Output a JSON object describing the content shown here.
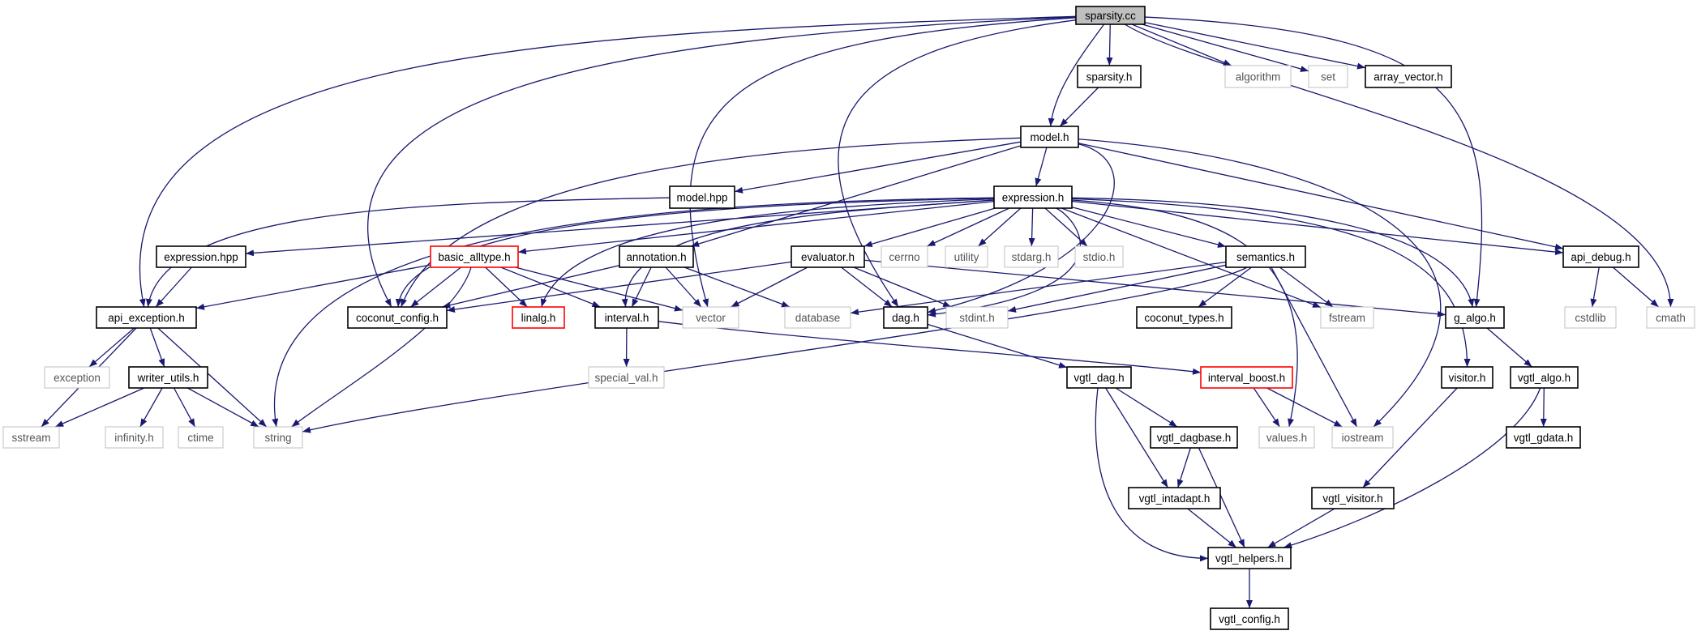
{
  "diagram": {
    "colors": {
      "edge": "#191970",
      "node_border": "#000000",
      "external_border": "#c0c0c0",
      "highlight_border": "#ff0000",
      "root_fill": "#bfbfbf",
      "external_text": "#555555"
    },
    "nodes": [
      {
        "id": "sparsity_cc",
        "label": "sparsity.cc",
        "kind": "root"
      },
      {
        "id": "sparsity_h",
        "label": "sparsity.h",
        "kind": "file"
      },
      {
        "id": "algorithm",
        "label": "algorithm",
        "kind": "external"
      },
      {
        "id": "set",
        "label": "set",
        "kind": "external"
      },
      {
        "id": "array_vector_h",
        "label": "array_vector.h",
        "kind": "file"
      },
      {
        "id": "model_h",
        "label": "model.h",
        "kind": "file"
      },
      {
        "id": "model_hpp",
        "label": "model.hpp",
        "kind": "file"
      },
      {
        "id": "expression_h",
        "label": "expression.h",
        "kind": "file"
      },
      {
        "id": "expression_hpp",
        "label": "expression.hpp",
        "kind": "file"
      },
      {
        "id": "basic_alltype_h",
        "label": "basic_alltype.h",
        "kind": "highlight"
      },
      {
        "id": "annotation_h",
        "label": "annotation.h",
        "kind": "file"
      },
      {
        "id": "evaluator_h",
        "label": "evaluator.h",
        "kind": "file"
      },
      {
        "id": "cerrno",
        "label": "cerrno",
        "kind": "external"
      },
      {
        "id": "utility",
        "label": "utility",
        "kind": "external"
      },
      {
        "id": "stdarg_h",
        "label": "stdarg.h",
        "kind": "external"
      },
      {
        "id": "stdio_h",
        "label": "stdio.h",
        "kind": "external"
      },
      {
        "id": "semantics_h",
        "label": "semantics.h",
        "kind": "file"
      },
      {
        "id": "api_debug_h",
        "label": "api_debug.h",
        "kind": "file"
      },
      {
        "id": "api_exception_h",
        "label": "api_exception.h",
        "kind": "file"
      },
      {
        "id": "coconut_config_h",
        "label": "coconut_config.h",
        "kind": "file"
      },
      {
        "id": "linalg_h",
        "label": "linalg.h",
        "kind": "highlight"
      },
      {
        "id": "interval_h",
        "label": "interval.h",
        "kind": "file"
      },
      {
        "id": "vector",
        "label": "vector",
        "kind": "external"
      },
      {
        "id": "database",
        "label": "database",
        "kind": "external"
      },
      {
        "id": "dag_h",
        "label": "dag.h",
        "kind": "file"
      },
      {
        "id": "stdint_h",
        "label": "stdint.h",
        "kind": "external"
      },
      {
        "id": "coconut_types_h",
        "label": "coconut_types.h",
        "kind": "file"
      },
      {
        "id": "fstream",
        "label": "fstream",
        "kind": "external"
      },
      {
        "id": "g_algo_h",
        "label": "g_algo.h",
        "kind": "file"
      },
      {
        "id": "cstdlib",
        "label": "cstdlib",
        "kind": "external"
      },
      {
        "id": "cmath",
        "label": "cmath",
        "kind": "external"
      },
      {
        "id": "exception",
        "label": "exception",
        "kind": "external"
      },
      {
        "id": "writer_utils_h",
        "label": "writer_utils.h",
        "kind": "file"
      },
      {
        "id": "special_val_h",
        "label": "special_val.h",
        "kind": "external"
      },
      {
        "id": "vgtl_dag_h",
        "label": "vgtl_dag.h",
        "kind": "file"
      },
      {
        "id": "interval_boost_h",
        "label": "interval_boost.h",
        "kind": "highlight"
      },
      {
        "id": "visitor_h",
        "label": "visitor.h",
        "kind": "file"
      },
      {
        "id": "vgtl_algo_h",
        "label": "vgtl_algo.h",
        "kind": "file"
      },
      {
        "id": "sstream",
        "label": "sstream",
        "kind": "external"
      },
      {
        "id": "infinity_h",
        "label": "infinity.h",
        "kind": "external"
      },
      {
        "id": "ctime",
        "label": "ctime",
        "kind": "external"
      },
      {
        "id": "string",
        "label": "string",
        "kind": "external"
      },
      {
        "id": "vgtl_dagbase_h",
        "label": "vgtl_dagbase.h",
        "kind": "file"
      },
      {
        "id": "values_h",
        "label": "values.h",
        "kind": "external"
      },
      {
        "id": "iostream",
        "label": "iostream",
        "kind": "external"
      },
      {
        "id": "vgtl_gdata_h",
        "label": "vgtl_gdata.h",
        "kind": "file"
      },
      {
        "id": "vgtl_intadapt_h",
        "label": "vgtl_intadapt.h",
        "kind": "file"
      },
      {
        "id": "vgtl_visitor_h",
        "label": "vgtl_visitor.h",
        "kind": "file"
      },
      {
        "id": "vgtl_helpers_h",
        "label": "vgtl_helpers.h",
        "kind": "file"
      },
      {
        "id": "vgtl_config_h",
        "label": "vgtl_config.h",
        "kind": "file"
      }
    ],
    "edges": [
      [
        "sparsity_cc",
        "sparsity_h"
      ],
      [
        "sparsity_cc",
        "algorithm"
      ],
      [
        "sparsity_cc",
        "set"
      ],
      [
        "sparsity_cc",
        "array_vector_h"
      ],
      [
        "sparsity_cc",
        "model_h"
      ],
      [
        "sparsity_cc",
        "api_exception_h"
      ],
      [
        "sparsity_cc",
        "coconut_config_h"
      ],
      [
        "sparsity_cc",
        "vector"
      ],
      [
        "sparsity_cc",
        "dag_h"
      ],
      [
        "sparsity_cc",
        "g_algo_h"
      ],
      [
        "sparsity_cc",
        "cmath"
      ],
      [
        "sparsity_h",
        "model_h"
      ],
      [
        "model_h",
        "model_hpp"
      ],
      [
        "model_h",
        "expression_h"
      ],
      [
        "model_h",
        "annotation_h"
      ],
      [
        "model_h",
        "api_debug_h"
      ],
      [
        "model_h",
        "coconut_config_h"
      ],
      [
        "model_h",
        "dag_h"
      ],
      [
        "model_h",
        "iostream"
      ],
      [
        "model_hpp",
        "api_exception_h"
      ],
      [
        "expression_h",
        "expression_hpp"
      ],
      [
        "expression_h",
        "basic_alltype_h"
      ],
      [
        "expression_h",
        "evaluator_h"
      ],
      [
        "expression_h",
        "cerrno"
      ],
      [
        "expression_h",
        "utility"
      ],
      [
        "expression_h",
        "stdarg_h"
      ],
      [
        "expression_h",
        "stdio_h"
      ],
      [
        "expression_h",
        "semantics_h"
      ],
      [
        "expression_h",
        "api_debug_h"
      ],
      [
        "expression_h",
        "g_algo_h"
      ],
      [
        "expression_h",
        "visitor_h"
      ],
      [
        "expression_h",
        "fstream"
      ],
      [
        "expression_h",
        "values_h"
      ],
      [
        "expression_h",
        "coconut_config_h"
      ],
      [
        "expression_h",
        "linalg_h"
      ],
      [
        "expression_h",
        "interval_h"
      ],
      [
        "expression_h",
        "dag_h"
      ],
      [
        "expression_h",
        "string"
      ],
      [
        "expression_hpp",
        "api_exception_h"
      ],
      [
        "basic_alltype_h",
        "api_exception_h"
      ],
      [
        "basic_alltype_h",
        "coconut_config_h"
      ],
      [
        "basic_alltype_h",
        "linalg_h"
      ],
      [
        "basic_alltype_h",
        "interval_h"
      ],
      [
        "basic_alltype_h",
        "vector"
      ],
      [
        "basic_alltype_h",
        "string"
      ],
      [
        "annotation_h",
        "coconut_config_h"
      ],
      [
        "annotation_h",
        "interval_h"
      ],
      [
        "annotation_h",
        "vector"
      ],
      [
        "annotation_h",
        "database"
      ],
      [
        "evaluator_h",
        "vector"
      ],
      [
        "evaluator_h",
        "dag_h"
      ],
      [
        "evaluator_h",
        "stdint_h"
      ],
      [
        "evaluator_h",
        "g_algo_h"
      ],
      [
        "evaluator_h",
        "coconut_config_h"
      ],
      [
        "semantics_h",
        "coconut_types_h"
      ],
      [
        "semantics_h",
        "fstream"
      ],
      [
        "semantics_h",
        "iostream"
      ],
      [
        "semantics_h",
        "database"
      ],
      [
        "semantics_h",
        "stdint_h"
      ],
      [
        "semantics_h",
        "string"
      ],
      [
        "api_debug_h",
        "cstdlib"
      ],
      [
        "api_debug_h",
        "cmath"
      ],
      [
        "api_exception_h",
        "exception"
      ],
      [
        "api_exception_h",
        "writer_utils_h"
      ],
      [
        "api_exception_h",
        "sstream"
      ],
      [
        "api_exception_h",
        "string"
      ],
      [
        "writer_utils_h",
        "sstream"
      ],
      [
        "writer_utils_h",
        "infinity_h"
      ],
      [
        "writer_utils_h",
        "ctime"
      ],
      [
        "writer_utils_h",
        "string"
      ],
      [
        "interval_h",
        "special_val_h"
      ],
      [
        "interval_h",
        "interval_boost_h"
      ],
      [
        "interval_boost_h",
        "values_h"
      ],
      [
        "interval_boost_h",
        "iostream"
      ],
      [
        "dag_h",
        "vgtl_dag_h"
      ],
      [
        "g_algo_h",
        "vgtl_algo_h"
      ],
      [
        "visitor_h",
        "vgtl_visitor_h"
      ],
      [
        "vgtl_dag_h",
        "vgtl_dagbase_h"
      ],
      [
        "vgtl_dag_h",
        "vgtl_intadapt_h"
      ],
      [
        "vgtl_dag_h",
        "vgtl_helpers_h"
      ],
      [
        "vgtl_dagbase_h",
        "vgtl_intadapt_h"
      ],
      [
        "vgtl_dagbase_h",
        "vgtl_helpers_h"
      ],
      [
        "vgtl_intadapt_h",
        "vgtl_helpers_h"
      ],
      [
        "vgtl_visitor_h",
        "vgtl_helpers_h"
      ],
      [
        "vgtl_algo_h",
        "vgtl_gdata_h"
      ],
      [
        "vgtl_algo_h",
        "vgtl_helpers_h"
      ],
      [
        "vgtl_helpers_h",
        "vgtl_config_h"
      ]
    ]
  }
}
